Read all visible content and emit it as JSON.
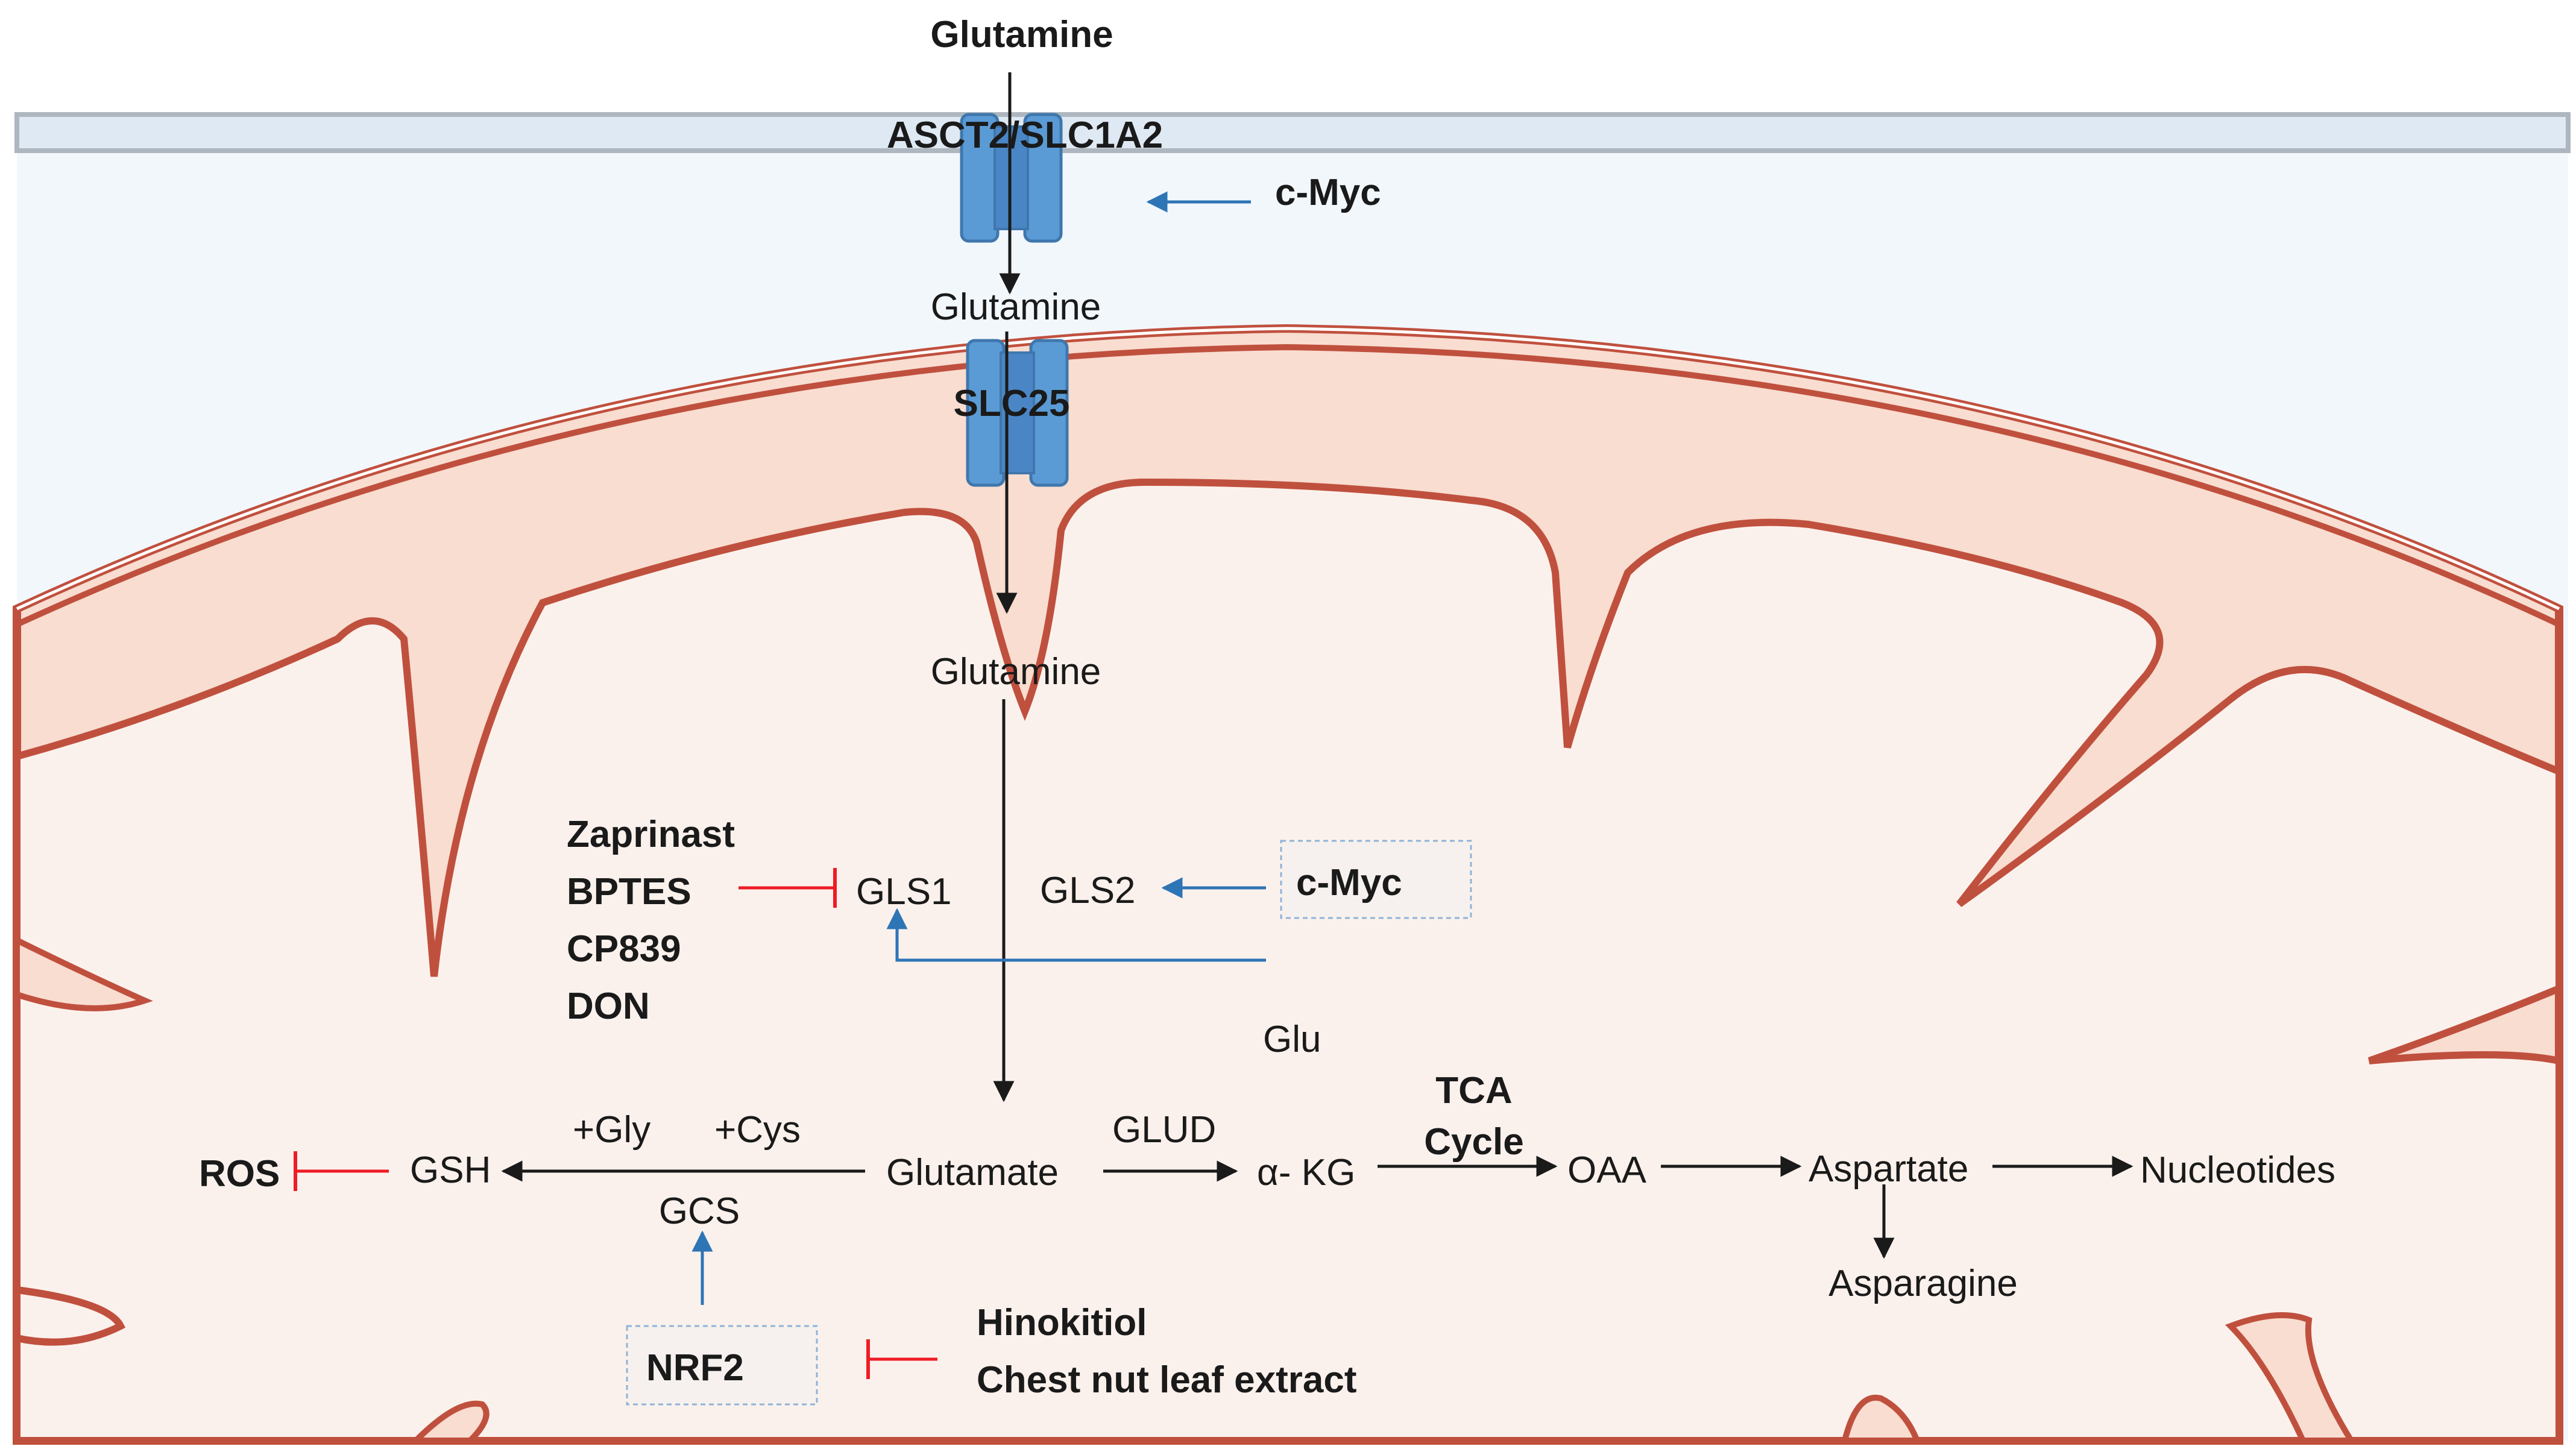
{
  "colors": {
    "membrane_fill": "#f2f7fc",
    "membrane_line": "#aeb6bf",
    "transporter": "#5b9bd5",
    "transporter_stroke": "#3f77ad",
    "mito_fill": "#f8ddd0",
    "mito_inner": "#fbf1ec",
    "mito_line": "#c0503e",
    "black": "#1a1a1a",
    "red": "#ee1c25",
    "blue": "#2e75b6",
    "navy": "#2f5597",
    "brown": "#8b4513",
    "green": "#385723"
  },
  "labels": {
    "glutamine_outside": "Glutamine",
    "asct2": "ASCT2/SLC1A2",
    "cmyc_top": "c-Myc",
    "glutamine_cyto": "Glutamine",
    "slc25": "SLC25",
    "glutamine_mito": "Glutamine",
    "inhibitors_gls1": [
      "Zaprinast",
      "BPTES",
      "CP839",
      "DON"
    ],
    "gls1": "GLS1",
    "gls2": "GLS2",
    "cmyc_mito": "c-Myc",
    "glu": "Glu",
    "tca_line1": "TCA",
    "tca_line2": "Cycle",
    "gly": "+Gly",
    "cys": "+Cys",
    "glud": "GLUD",
    "ros": "ROS",
    "gsh": "GSH",
    "glutamate": "Glutamate",
    "akg": "α- KG",
    "oaa": "OAA",
    "aspartate": "Aspartate",
    "nucleotides": "Nucleotides",
    "gcs": "GCS",
    "asparagine": "Asparagine",
    "nrf2": "NRF2",
    "inhibitors_nrf2": [
      "Hinokitiol",
      "Chest nut leaf extract"
    ]
  }
}
